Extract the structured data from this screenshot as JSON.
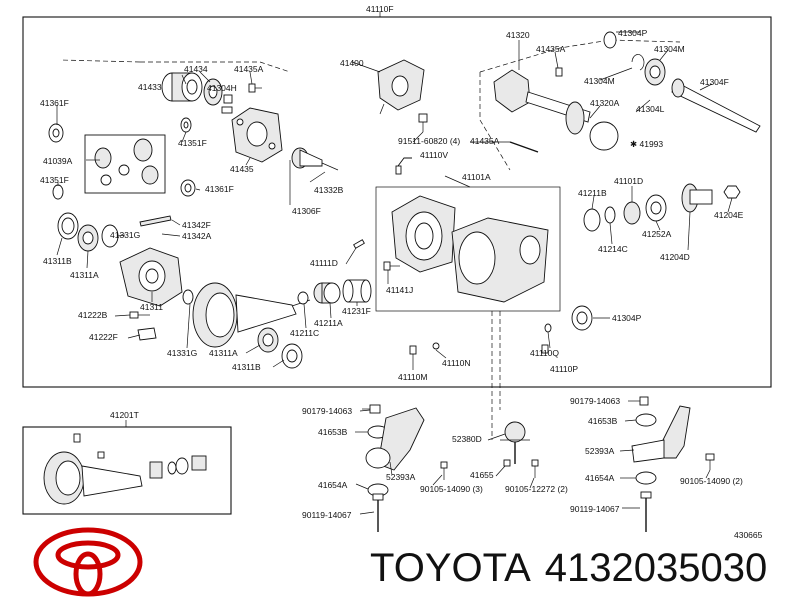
{
  "main_diagram": {
    "assembly_label": "41110F",
    "callouts": {
      "p41433": "41433",
      "p41434": "41434",
      "p41435A_top": "41435A",
      "p41304H": "41304H",
      "p41361F_left": "41361F",
      "p41351F_right": "41351F",
      "p41039A": "41039A",
      "p41435": "41435",
      "p41361F_mid": "41361F",
      "p41351F_left": "41351F",
      "p41306F": "41306F",
      "p41332B": "41332B",
      "p41342F": "41342F",
      "p41342A": "41342A",
      "p41331G_top": "41331G",
      "p41311B": "41311B",
      "p41311A_left": "41311A",
      "p41311": "41311",
      "p41222B": "41222B",
      "p41222F": "41222F",
      "p41331G_bot": "41331G",
      "p41311A_mid": "41311A",
      "p41311B_bot": "41311B",
      "p41211C": "41211C",
      "p41211A": "41211A",
      "p41231F": "41231F",
      "p41400": "41400",
      "p91511": "91511-60820 (4)",
      "p41110V": "41110V",
      "p41101A": "41101A",
      "p41111D": "41111D",
      "p41141J": "41141J",
      "p41110M": "41110M",
      "p41110N": "41110N",
      "p41110Q": "41110Q",
      "p41110P": "41110P",
      "p41304P_right": "41304P",
      "p41320": "41320",
      "p41435A_right": "41435A",
      "p41304P_top": "41304P",
      "p41304M_top": "41304M",
      "p41304M_mid": "41304M",
      "p41304F": "41304F",
      "p41320A": "41320A",
      "p41304L": "41304L",
      "p41435A_mid": "41435A",
      "p41993": "41993",
      "p41211B": "41211B",
      "p41101D": "41101D",
      "p41214C": "41214C",
      "p41252A": "41252A",
      "p41204E": "41204E",
      "p41204D": "41204D"
    }
  },
  "ring_gear_box": {
    "label": "41201T"
  },
  "mount_left": {
    "p90179": "90179-14063",
    "p41653B": "41653B",
    "p52393A": "52393A",
    "p90105_14090": "90105-14090 (3)",
    "p41654A": "41654A",
    "p90119": "90119-14067"
  },
  "mount_center": {
    "p52380D": "52380D",
    "p41655": "41655",
    "p90105_12272": "90105-12272 (2)"
  },
  "mount_right": {
    "p90179": "90179-14063",
    "p41653B": "41653B",
    "p52393A": "52393A",
    "p41654A": "41654A",
    "p90105_14090": "90105-14090 (2)",
    "p90119": "90119-14067"
  },
  "figure_number": "430665",
  "brand": {
    "name": "TOYOTA",
    "part_number": "4132035030",
    "logo_color": "#cc0000"
  }
}
